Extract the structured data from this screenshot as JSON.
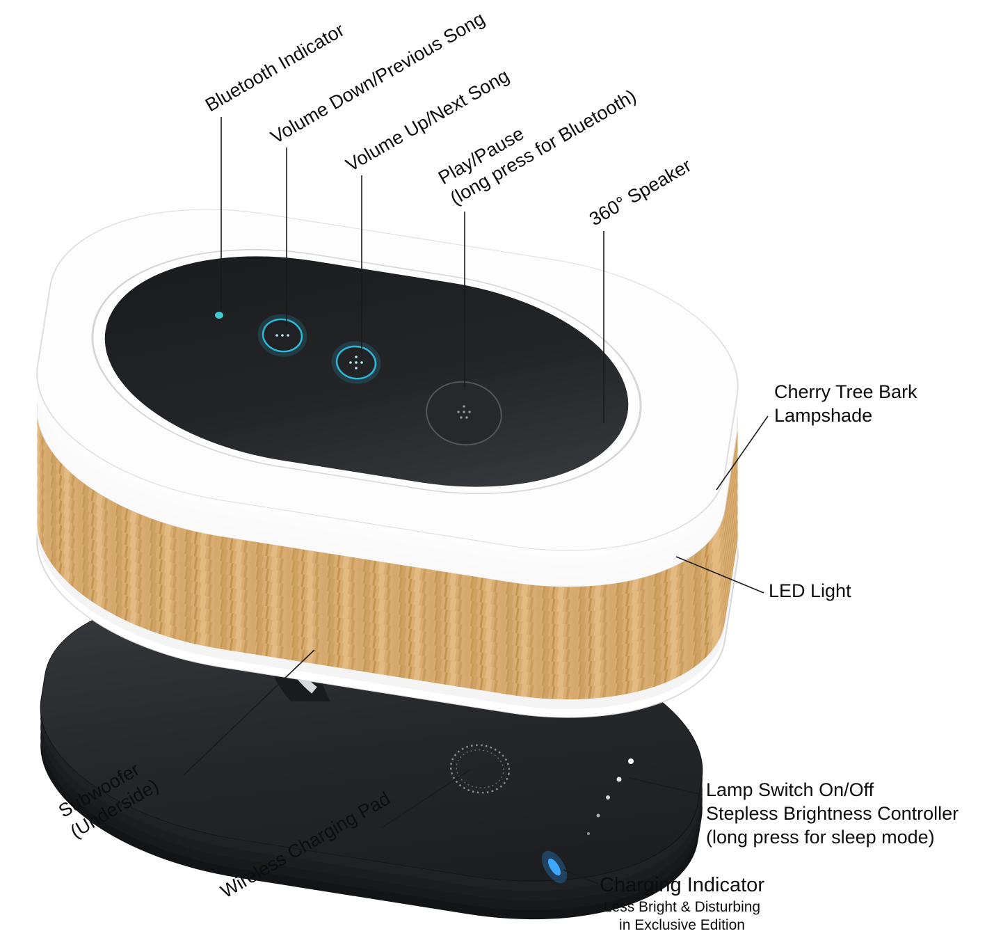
{
  "colors": {
    "accent_cyan": "#2fb9d8",
    "wood": "#d9ad72",
    "panel_black": "#1d1f21",
    "base_black": "#232527",
    "charging_blue": "#2f9dff",
    "label_text": "#0d0d0d"
  },
  "callouts": {
    "bluetooth_indicator": {
      "label": "Bluetooth Indicator"
    },
    "volume_down": {
      "label": "Volume Down/Previous Song"
    },
    "volume_up": {
      "label": "Volume Up/Next Song"
    },
    "play_pause": {
      "line1": "Play/Pause",
      "line2": "(long press for Bluetooth)"
    },
    "speaker_360": {
      "label": "360° Speaker"
    },
    "lampshade": {
      "line1": "Cherry Tree Bark",
      "line2": "Lampshade"
    },
    "led_light": {
      "label": "LED Light"
    },
    "lamp_switch": {
      "line1": "Lamp Switch On/Off",
      "line2": "Stepless Brightness Controller",
      "line3": "(long press for sleep mode)"
    },
    "charging_indicator": {
      "label": "Charging Indicator",
      "note1": "Less Bright & Disturbing",
      "note2": "in Exclusive Edition"
    },
    "subwoofer": {
      "line1": "Subwoofer",
      "line2": "(Underside)"
    },
    "wireless_pad": {
      "label": "Wireless Charging Pad"
    }
  }
}
